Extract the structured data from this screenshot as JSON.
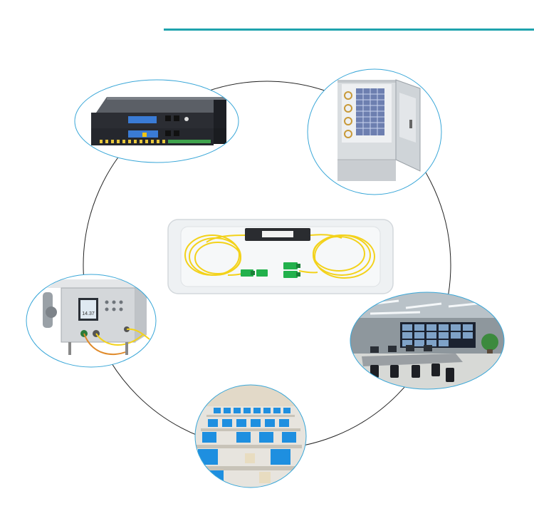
{
  "colors": {
    "accent": "#1fa3ad",
    "ellipse_border": "#3aa7d8",
    "fiber_yellow": "#f3d21a",
    "connector_green": "#22b14c",
    "rack_dark": "#2b2d33",
    "cabinet_grey": "#d9dde0",
    "screen_blue": "#1e8fe0"
  },
  "scenes": [
    {
      "name": "rack-equipment",
      "icon": "rack-server-icon"
    },
    {
      "name": "fiber-cabinet",
      "icon": "distribution-cabinet-icon"
    },
    {
      "name": "test-instrument",
      "icon": "optical-meter-icon"
    },
    {
      "name": "control-room",
      "icon": "video-wall-icon"
    },
    {
      "name": "computer-lab",
      "icon": "monitor-lab-icon"
    }
  ],
  "center_product": {
    "name": "plc-splitter",
    "icon": "fiber-splitter-icon"
  }
}
